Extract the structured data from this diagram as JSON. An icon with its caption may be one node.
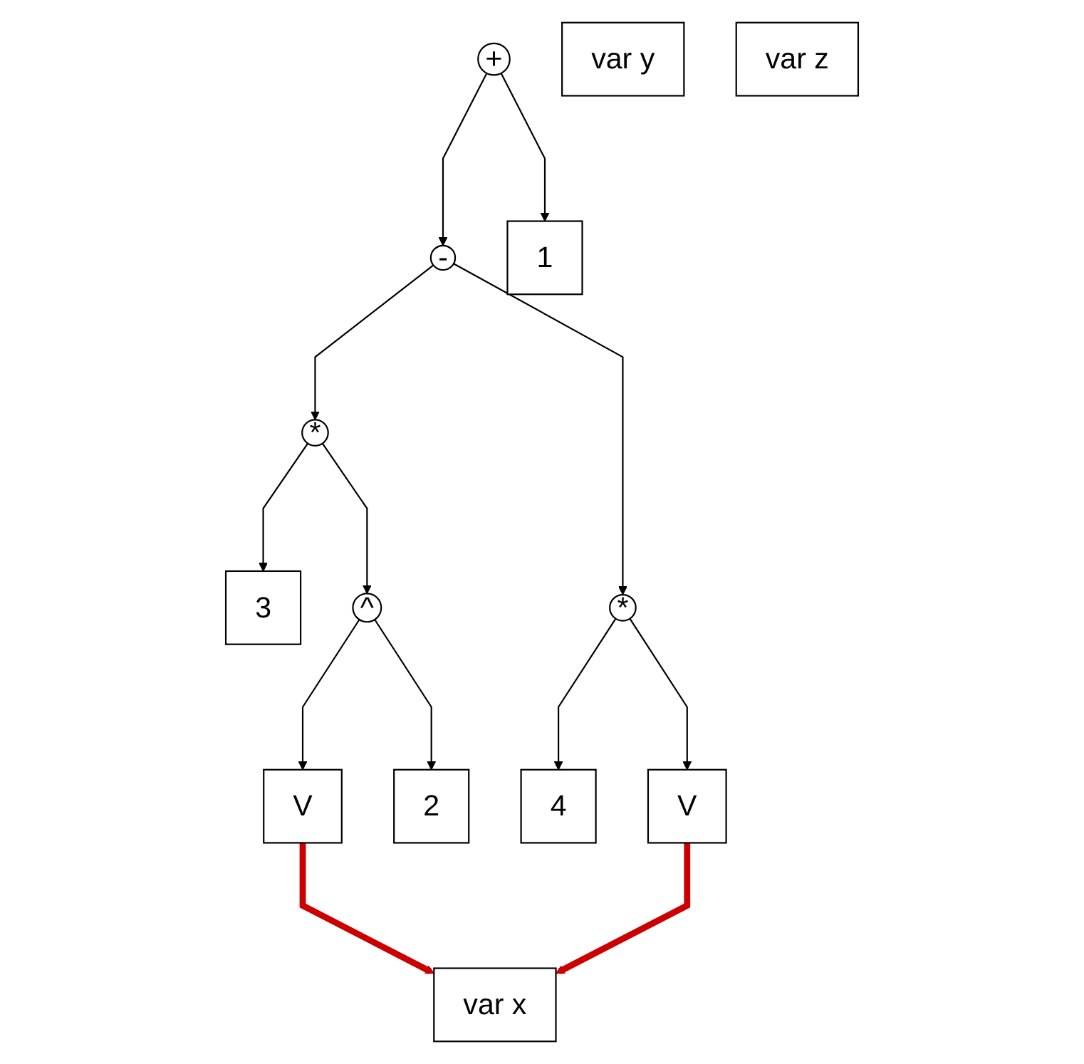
{
  "diagram": {
    "nodes": [
      {
        "text": [
          "+"
        ]
      },
      {
        "text": [
          "-"
        ]
      },
      {
        "text": [
          "1"
        ]
      },
      {
        "text": [
          "*"
        ]
      },
      {
        "text": [
          "*"
        ]
      },
      {
        "text": [
          "3"
        ]
      },
      {
        "text": [
          "^"
        ]
      },
      {
        "text": [
          "4"
        ]
      },
      {
        "text": [
          "V"
        ]
      },
      {
        "text": [
          "V"
        ]
      },
      {
        "text": [
          "2"
        ]
      },
      {
        "text": [
          "var x"
        ]
      },
      {
        "text": [
          "var y"
        ]
      },
      {
        "text": [
          "var z"
        ]
      }
    ],
    "edges": [
      {
        "from": 0,
        "to": 1,
        "arrow": "to"
      },
      {
        "from": 0,
        "to": 2,
        "arrow": "to"
      },
      {
        "from": 1,
        "to": 3,
        "arrow": "to"
      },
      {
        "from": 1,
        "to": 4,
        "arrow": "to"
      },
      {
        "from": 3,
        "to": 5,
        "arrow": "to"
      },
      {
        "from": 3,
        "to": 6,
        "arrow": "to"
      },
      {
        "from": 4,
        "to": 7,
        "arrow": "to"
      },
      {
        "from": 4,
        "to": 8,
        "arrow": "to"
      },
      {
        "from": 6,
        "to": 9,
        "arrow": "to"
      },
      {
        "from": 6,
        "to": 10,
        "arrow": "to"
      },
      {
        "from": 9,
        "to": 11,
        "arrow": "to",
        "style": "thick",
        "color": "#cc0000"
      },
      {
        "from": 8,
        "to": 11,
        "arrow": "to",
        "style": "thick",
        "color": "#cc0000"
      }
    ]
  }
}
